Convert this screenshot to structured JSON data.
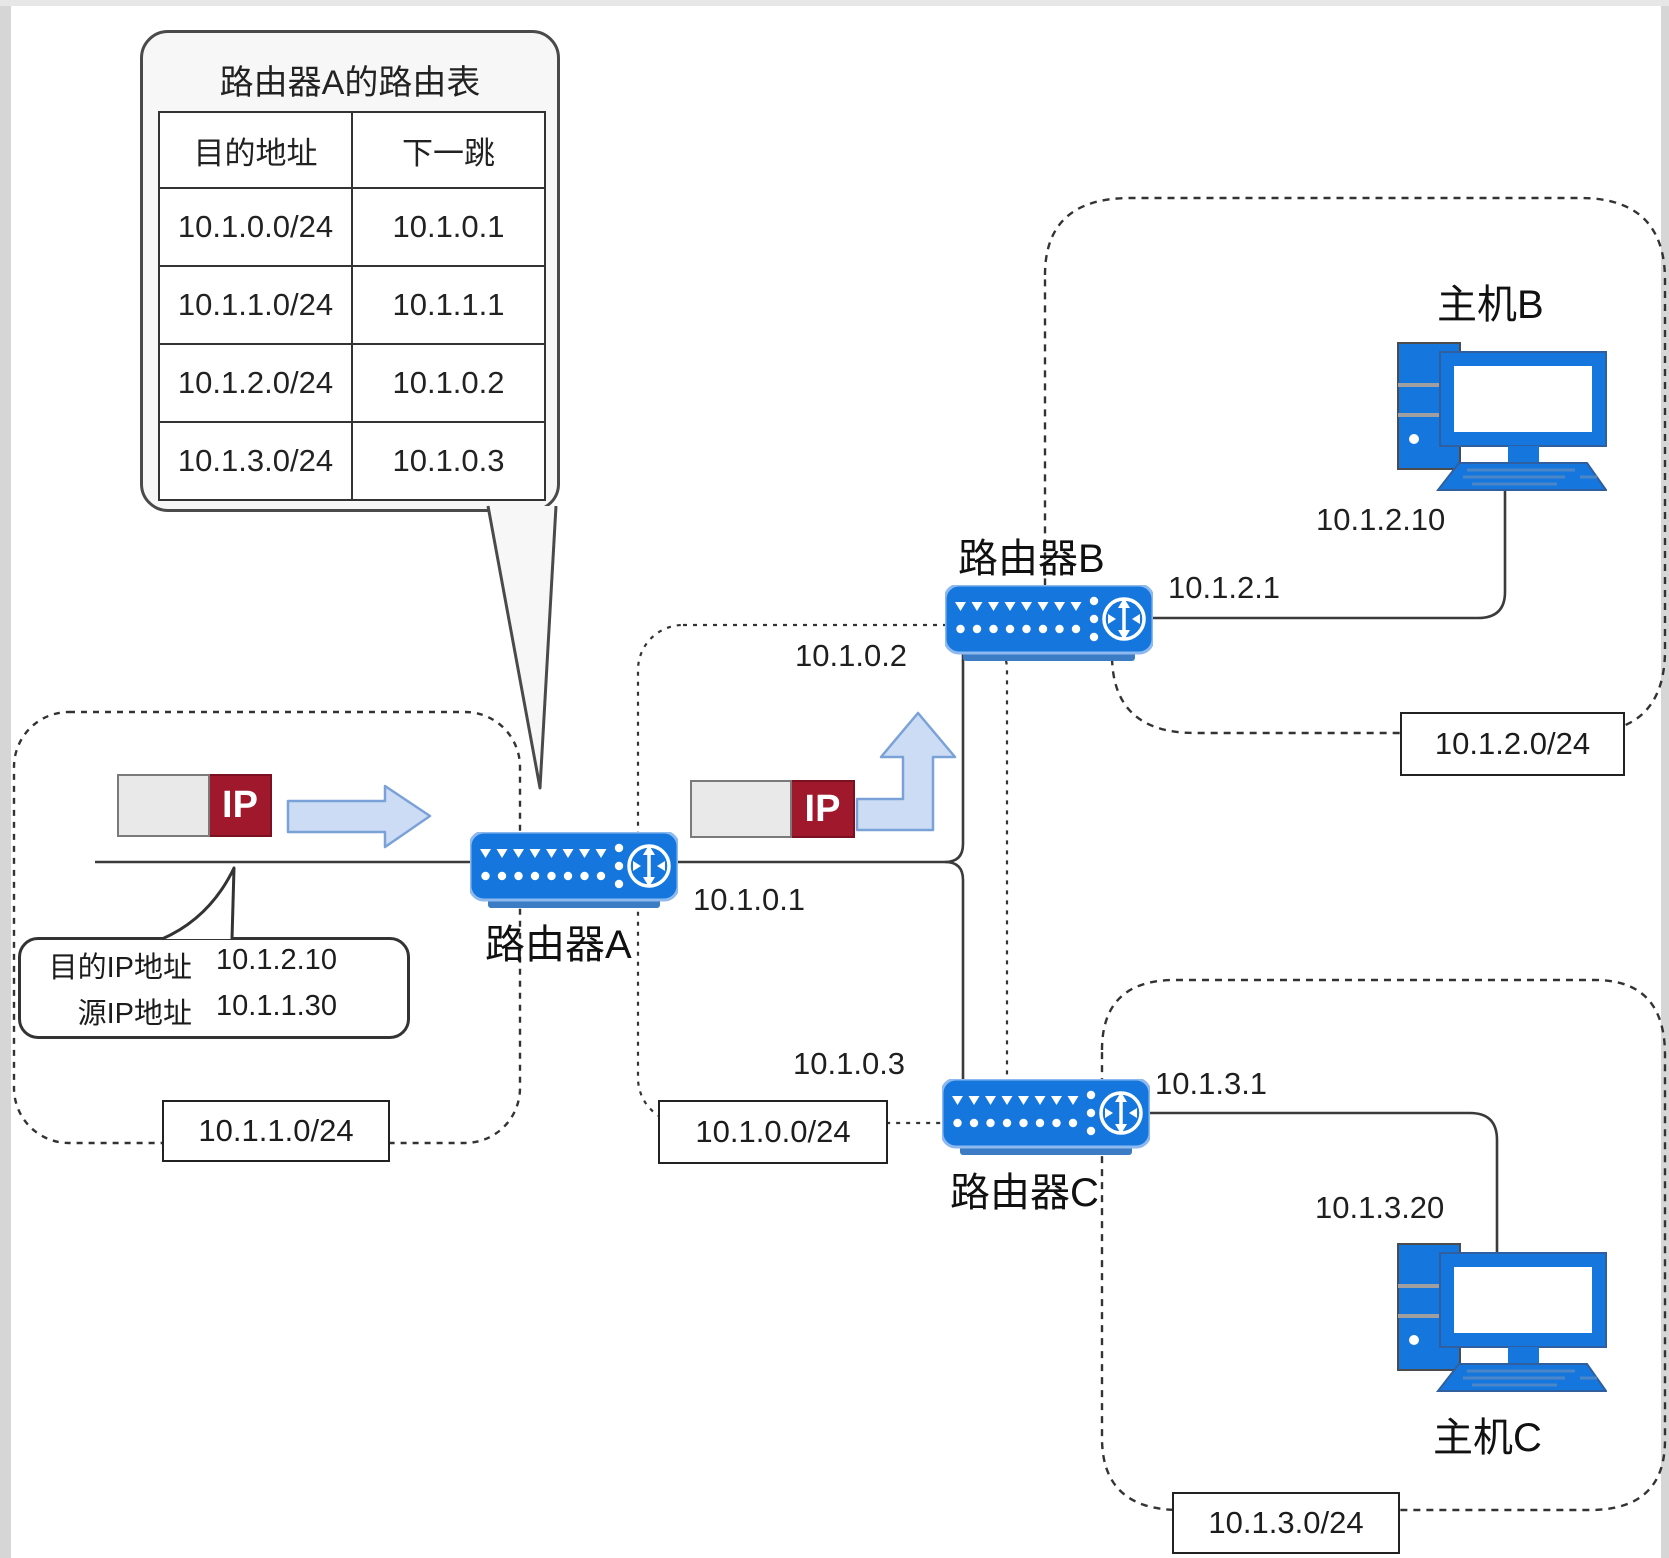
{
  "routing_table": {
    "title": "路由器A的路由表",
    "headers": {
      "dest": "目的地址",
      "next": "下一跳"
    },
    "rows": [
      {
        "dest": "10.1.0.0/24",
        "next": "10.1.0.1"
      },
      {
        "dest": "10.1.1.0/24",
        "next": "10.1.1.1"
      },
      {
        "dest": "10.1.2.0/24",
        "next": "10.1.0.2"
      },
      {
        "dest": "10.1.3.0/24",
        "next": "10.1.0.3"
      }
    ]
  },
  "packet": {
    "label": "IP"
  },
  "packet_callout": {
    "dest_label": "目的IP地址",
    "dest_value": "10.1.2.10",
    "src_label": "源IP地址",
    "src_value": "10.1.1.30"
  },
  "nodes": {
    "router_a": "路由器A",
    "router_b": "路由器B",
    "router_c": "路由器C",
    "host_b": "主机B",
    "host_c": "主机C"
  },
  "interfaces": {
    "a_wan": "10.1.0.1",
    "b_wan": "10.1.0.2",
    "c_wan": "10.1.0.3",
    "b_lan": "10.1.2.1",
    "c_lan": "10.1.3.1",
    "host_b_ip": "10.1.2.10",
    "host_c_ip": "10.1.3.20"
  },
  "networks": {
    "left": "10.1.1.0/24",
    "middle": "10.1.0.0/24",
    "top_right": "10.1.2.0/24",
    "bottom_right": "10.1.3.0/24"
  },
  "colors": {
    "device_blue": "#1577dd",
    "device_shadow": "#3c7cc4",
    "packet_red": "#a0182c",
    "packet_grey": "#e9e9e9",
    "arrow_fill": "#ccdcf4",
    "arrow_stroke": "#7aa2d8",
    "line": "#3b3b3b",
    "dash": "#333333",
    "callout_bg": "#f7f7f7"
  }
}
